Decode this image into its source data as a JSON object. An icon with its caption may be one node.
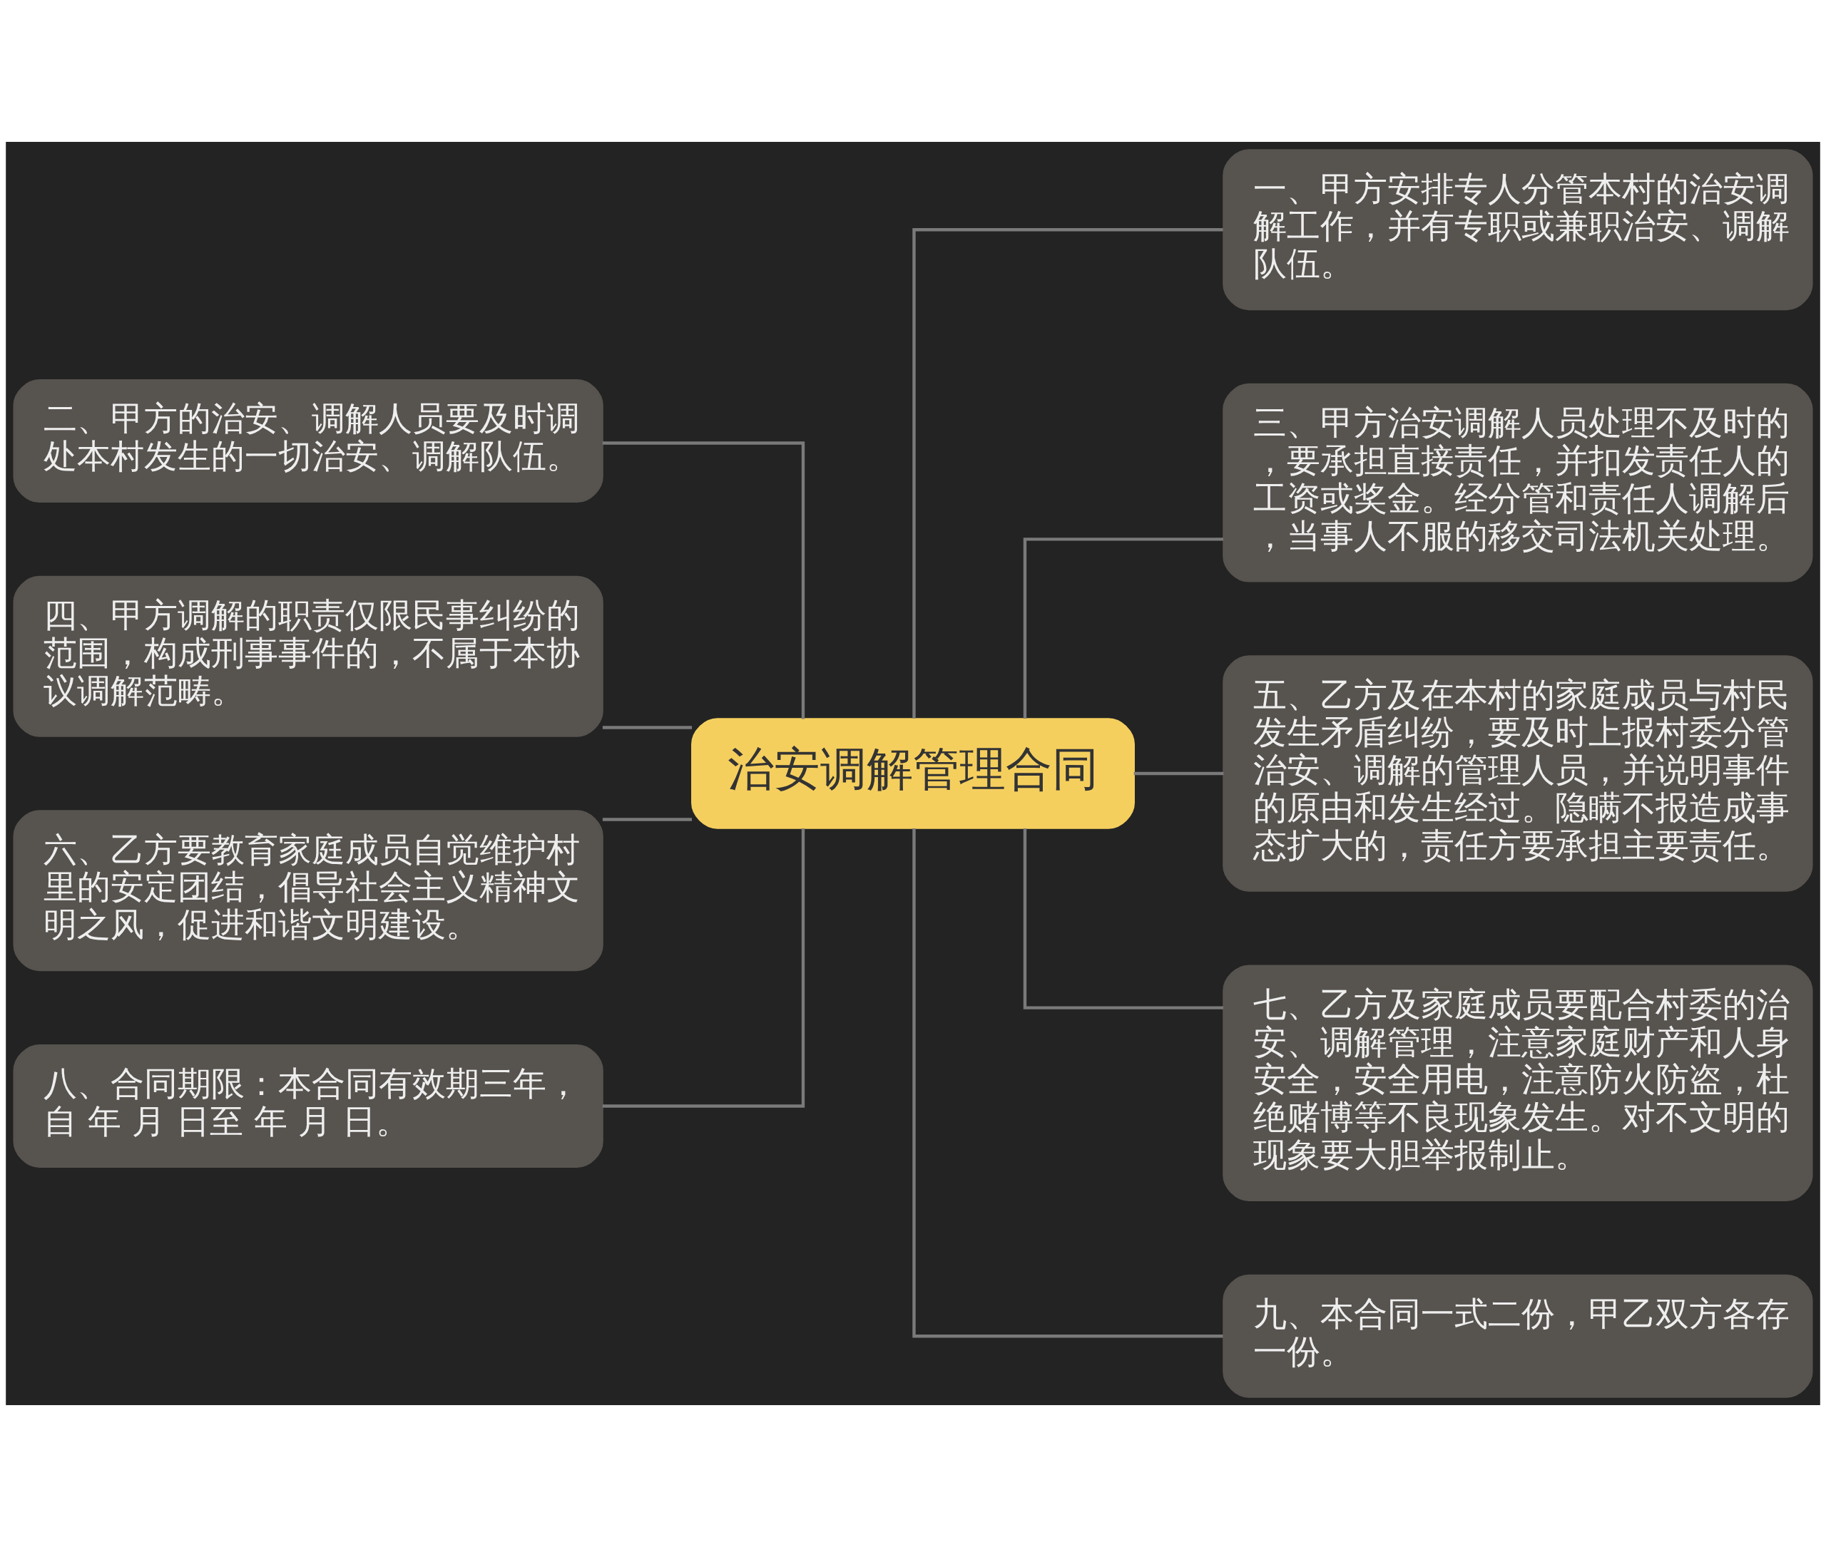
{
  "diagram": {
    "nodes": [
      {
        "text": [
          "治安调解管理合同"
        ]
      },
      {
        "text": [
          "一、甲方安排专人分管本村的治安调解工作，并有专职或兼职治安、调解队伍。"
        ]
      },
      {
        "text": [
          "二、甲方的治安、调解人员要及时调处本村发生的一切治安、调解队伍。"
        ]
      },
      {
        "text": [
          "三、甲方治安调解人员处理不及时的，要承担直接责任，并扣发责任人的工资或奖金。经分管和责任人调解后，当事人不服的移交司法机关处理。"
        ]
      },
      {
        "text": [
          "四、甲方调解的职责仅限民事纠纷的范围，构成刑事事件的，不属于本协议调解范畴。"
        ]
      },
      {
        "text": [
          "五、乙方及在本村的家庭成员与村民发生矛盾纠纷，要及时上报村委分管治安、调解的管理人员，并说明事件的原由和发生经过。隐瞒不报造成事态扩大的，责任方要承担主要责任。"
        ]
      },
      {
        "text": [
          "六、乙方要教育家庭成员自觉维护村里的安定团结，倡导社会主义精神文明之风，促进和谐文明建设。"
        ]
      },
      {
        "text": [
          "七、乙方及家庭成员要配合村委的治安、调解管理，注意家庭财产和人身安全，安全用电，注意防火防盗，杜绝赌博等不良现象发生。对不文明的现象要大胆举报制止。"
        ]
      },
      {
        "text": [
          "八、合同期限：本合同有效期三年，自 年 月 日至 年 月 日。"
        ]
      },
      {
        "text": [
          "九、本合同一式二份，甲乙双方各存一份。"
        ]
      }
    ],
    "edges": [
      {
        "from": 0,
        "to": 1,
        "arrow": "none"
      },
      {
        "from": 2,
        "to": 0,
        "arrow": "none"
      },
      {
        "from": 0,
        "to": 3,
        "arrow": "none"
      },
      {
        "from": 4,
        "to": 0,
        "arrow": "none"
      },
      {
        "from": 0,
        "to": 5,
        "arrow": "none"
      },
      {
        "from": 6,
        "to": 0,
        "arrow": "none"
      },
      {
        "from": 0,
        "to": 7,
        "arrow": "none"
      },
      {
        "from": 8,
        "to": 0,
        "arrow": "none"
      },
      {
        "from": 0,
        "to": 9,
        "arrow": "none"
      }
    ]
  }
}
